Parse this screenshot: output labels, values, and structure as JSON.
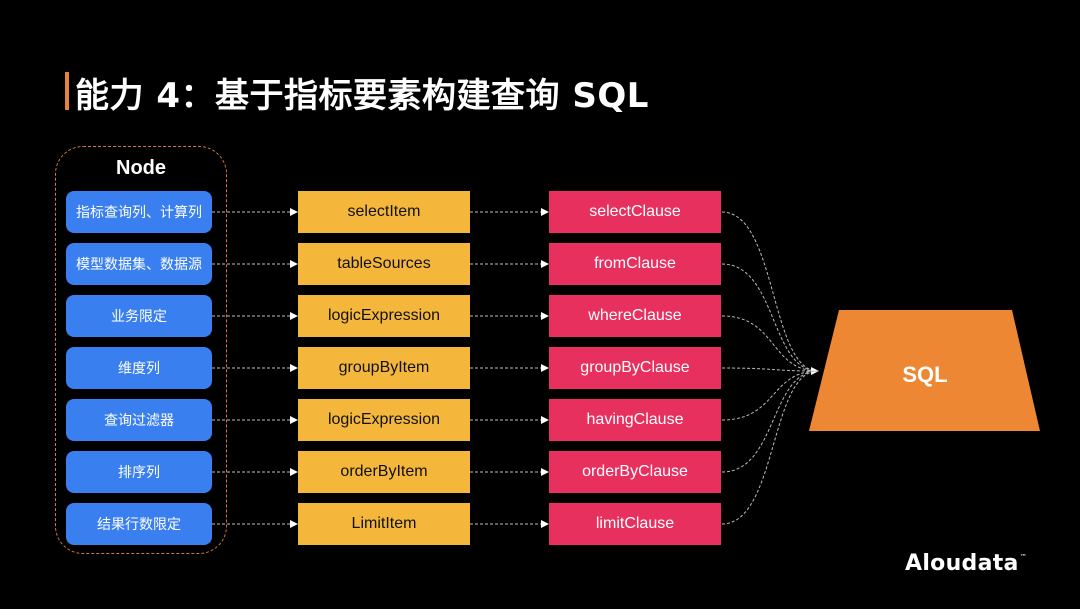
{
  "slide": {
    "title": "能力 4：基于指标要素构建查询 SQL",
    "accent_color": "#e8843a"
  },
  "node_group": {
    "label": "Node",
    "items": [
      {
        "label": "指标查询列、计算列"
      },
      {
        "label": "模型数据集、数据源"
      },
      {
        "label": "业务限定"
      },
      {
        "label": "维度列"
      },
      {
        "label": "查询过滤器"
      },
      {
        "label": "排序列"
      },
      {
        "label": "结果行数限定"
      }
    ]
  },
  "items_column": {
    "items": [
      {
        "label": "selectItem"
      },
      {
        "label": "tableSources"
      },
      {
        "label": "logicExpression"
      },
      {
        "label": "groupByItem"
      },
      {
        "label": "logicExpression"
      },
      {
        "label": "orderByItem"
      },
      {
        "label": "LimitItem"
      }
    ]
  },
  "clauses_column": {
    "items": [
      {
        "label": "selectClause"
      },
      {
        "label": "fromClause"
      },
      {
        "label": "whereClause"
      },
      {
        "label": "groupByClause"
      },
      {
        "label": "havingClause"
      },
      {
        "label": "orderByClause"
      },
      {
        "label": "limitClause"
      }
    ]
  },
  "output": {
    "label": "SQL",
    "color": "#ee8733"
  },
  "colors": {
    "node": "#3a7ff0",
    "item": "#f4b73c",
    "clause": "#e8305f",
    "group_border": "#d9773a"
  },
  "logo": {
    "text": "Aloudata",
    "trademark": "™"
  }
}
